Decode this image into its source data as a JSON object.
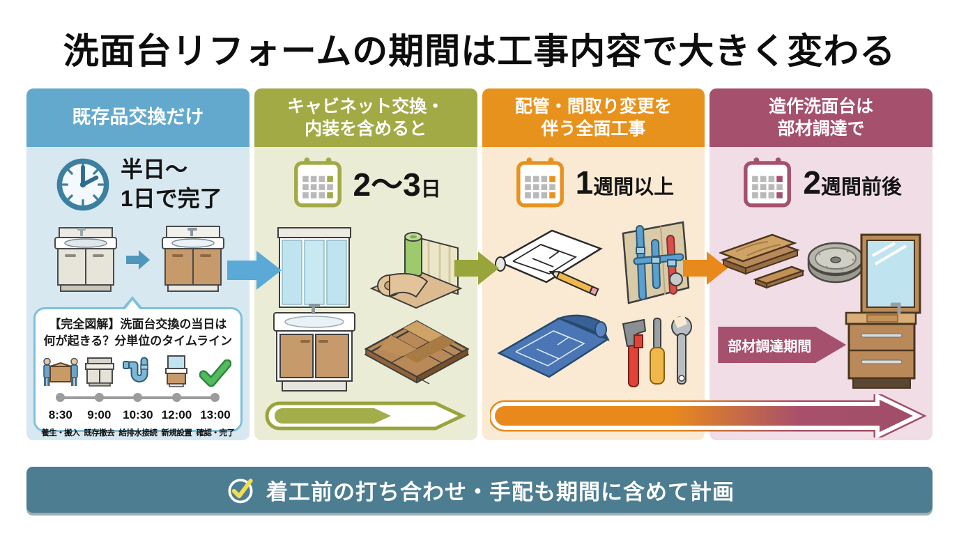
{
  "title": "洗面台リフォームの期間は工事内容で大きく変わる",
  "columns": [
    {
      "header": "既存品交換だけ",
      "accent": "#63a9cd",
      "body_bg": "#d7e8f1",
      "duration": {
        "icon": "clock-icon",
        "line1": "半日〜",
        "line2": "1日で完了"
      },
      "bubble": {
        "title_line1": "【完全図解】洗面台交換の当日は",
        "title_line2": "何が起きる？分単位のタイムライン",
        "steps": [
          {
            "time": "8:30",
            "label": "養生・搬入",
            "icon": "carry-in-icon"
          },
          {
            "time": "9:00",
            "label": "既存撤去",
            "icon": "old-vanity-icon"
          },
          {
            "time": "10:30",
            "label": "給排水接続",
            "icon": "plumbing-icon"
          },
          {
            "time": "12:00",
            "label": "新規設置",
            "icon": "new-vanity-icon"
          },
          {
            "time": "13:00",
            "label": "確認・完了",
            "icon": "check-icon"
          }
        ]
      }
    },
    {
      "header_line1": "キャビネット交換・",
      "header_line2": "内装を含めると",
      "accent": "#a2aa45",
      "body_bg": "#ebecd6",
      "duration": {
        "icon": "calendar-icon",
        "number": "2〜3",
        "unit": "日"
      },
      "progress_fill_percent": 62
    },
    {
      "header_line1": "配管・間取り変更を",
      "header_line2": "伴う全面工事",
      "accent": "#e8921e",
      "body_bg": "#fbead3",
      "duration": {
        "icon": "calendar-icon",
        "number": "1",
        "unit": "週間以上"
      }
    },
    {
      "header_line1": "造作洗面台は",
      "header_line2": "部材調達で",
      "accent": "#a5506c",
      "body_bg": "#f1dde6",
      "duration": {
        "icon": "calendar-icon",
        "number": "2",
        "unit": "週間前後"
      },
      "arrow_label": "部材調達期間"
    }
  ],
  "footer": {
    "label": "着工前の打ち合わせ・手配も期間に含めて計画",
    "icon": "check-circle-icon",
    "bg": "#4c7d90",
    "check_color": "#f3dd4f"
  },
  "icons": {
    "clock-icon": "analog clock showing about 10 past 12",
    "calendar-icon": "calendar page with date grid",
    "carry-in-icon": "two workers carrying a cardboard box",
    "old-vanity-icon": "old gray washbasin cabinet",
    "plumbing-icon": "blue faucet and drain trap pipe",
    "new-vanity-icon": "new washbasin with mirror",
    "check-icon": "green checkmark",
    "check-circle-icon": "yellow check inside white circle",
    "right-arrow-icon": "thick right-pointing arrow"
  }
}
